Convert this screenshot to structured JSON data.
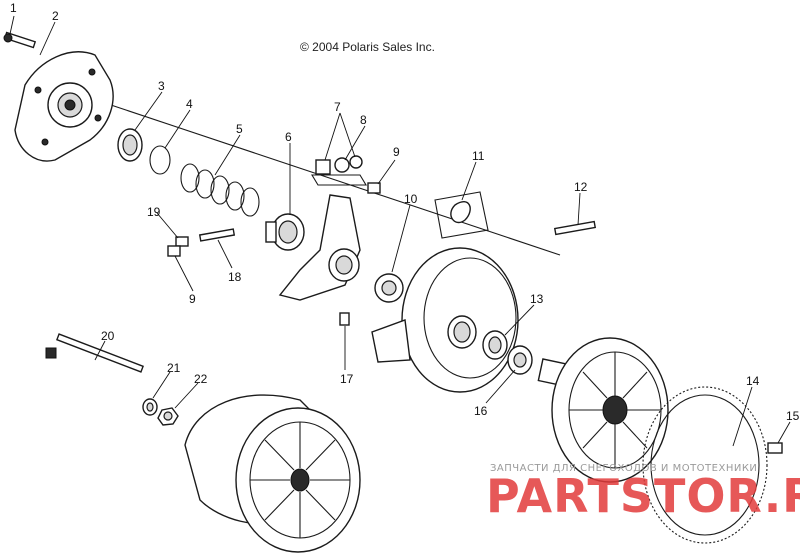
{
  "copyright": "© 2004 Polaris Sales Inc.",
  "watermark": {
    "small": "ЗАПЧАСТИ ДЛЯ СНЕГОХОДОВ И МОТОТЕХНИКИ",
    "big": "PARTSTOR.RU"
  },
  "callouts": [
    "1",
    "2",
    "3",
    "4",
    "5",
    "6",
    "7",
    "8",
    "9",
    "10",
    "11",
    "12",
    "13",
    "14",
    "15",
    "16",
    "17",
    "18",
    "19",
    "9",
    "20",
    "21",
    "22"
  ]
}
